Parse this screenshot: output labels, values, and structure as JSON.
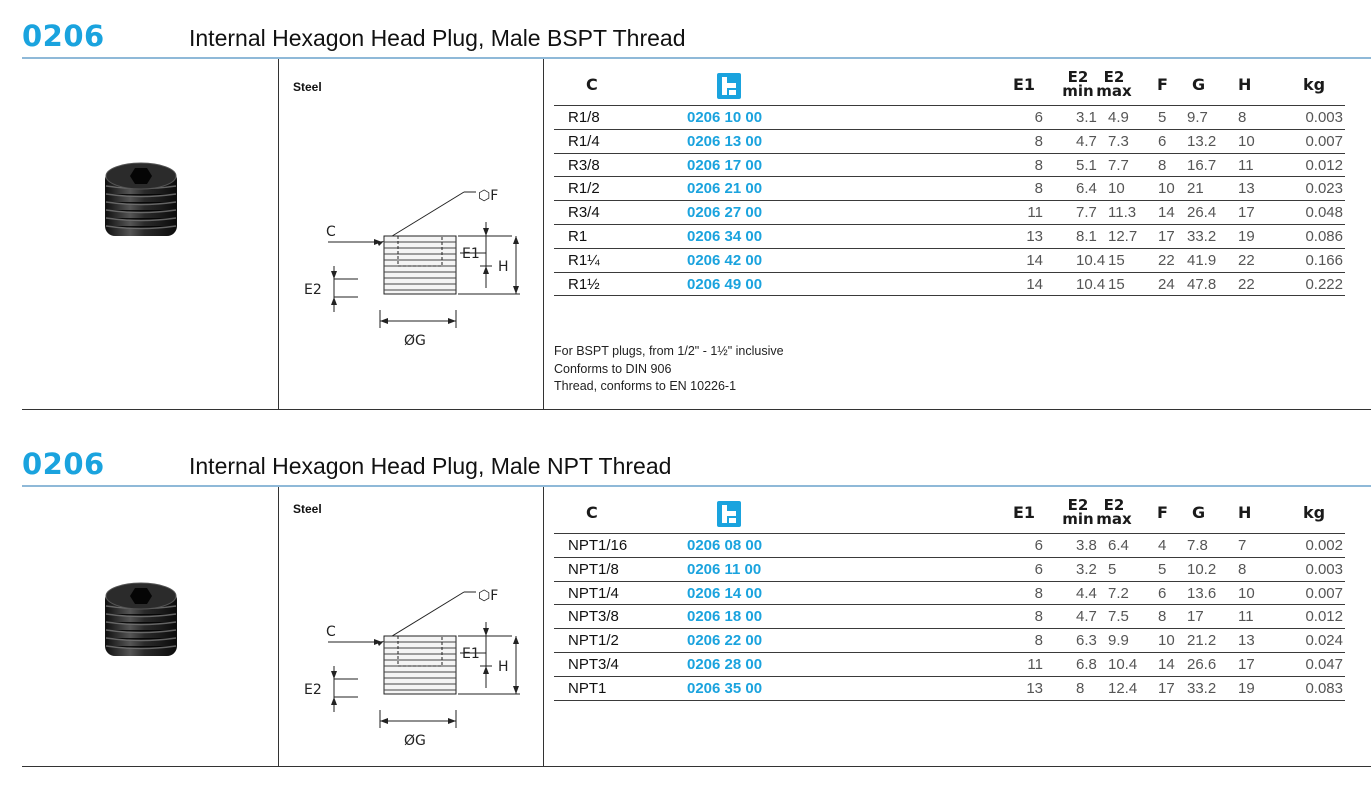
{
  "sections": [
    {
      "code": "0206",
      "title": "Internal Hexagon Head Plug, Male BSPT Thread",
      "material": "Steel",
      "diagram_labels": {
        "hex": "⬡F",
        "c": "C",
        "e1": "E1",
        "e2": "E2",
        "h": "H",
        "g": "ØG"
      },
      "columns": [
        "C",
        "E1",
        "E2\nmin",
        "E2\nmax",
        "F",
        "G",
        "H",
        "kg"
      ],
      "rows": [
        {
          "c": "R1/8",
          "code": "0206 10 00",
          "e1": "6",
          "e2min": "3.1",
          "e2max": "4.9",
          "f": "5",
          "g": "9.7",
          "h": "8",
          "kg": "0.003"
        },
        {
          "c": "R1/4",
          "code": "0206 13 00",
          "e1": "8",
          "e2min": "4.7",
          "e2max": "7.3",
          "f": "6",
          "g": "13.2",
          "h": "10",
          "kg": "0.007"
        },
        {
          "c": "R3/8",
          "code": "0206 17 00",
          "e1": "8",
          "e2min": "5.1",
          "e2max": "7.7",
          "f": "8",
          "g": "16.7",
          "h": "11",
          "kg": "0.012"
        },
        {
          "c": "R1/2",
          "code": "0206 21 00",
          "e1": "8",
          "e2min": "6.4",
          "e2max": "10",
          "f": "10",
          "g": "21",
          "h": "13",
          "kg": "0.023"
        },
        {
          "c": "R3/4",
          "code": "0206 27 00",
          "e1": "11",
          "e2min": "7.7",
          "e2max": "11.3",
          "f": "14",
          "g": "26.4",
          "h": "17",
          "kg": "0.048"
        },
        {
          "c": "R1",
          "code": "0206 34 00",
          "e1": "13",
          "e2min": "8.1",
          "e2max": "12.7",
          "f": "17",
          "g": "33.2",
          "h": "19",
          "kg": "0.086"
        },
        {
          "c": "R1¼",
          "code": "0206 42 00",
          "e1": "14",
          "e2min": "10.4",
          "e2max": "15",
          "f": "22",
          "g": "41.9",
          "h": "22",
          "kg": "0.166"
        },
        {
          "c": "R1½",
          "code": "0206 49 00",
          "e1": "14",
          "e2min": "10.4",
          "e2max": "15",
          "f": "24",
          "g": "47.8",
          "h": "22",
          "kg": "0.222"
        }
      ],
      "notes": [
        "For BSPT plugs, from 1/2\" - 1½\" inclusive",
        "Conforms to DIN 906",
        "Thread, conforms to EN 10226-1"
      ]
    },
    {
      "code": "0206",
      "title": "Internal Hexagon Head Plug, Male NPT Thread",
      "material": "Steel",
      "diagram_labels": {
        "hex": "⬡F",
        "c": "C",
        "e1": "E1",
        "e2": "E2",
        "h": "H",
        "g": "ØG"
      },
      "columns": [
        "C",
        "E1",
        "E2\nmin",
        "E2\nmax",
        "F",
        "G",
        "H",
        "kg"
      ],
      "rows": [
        {
          "c": "NPT1/16",
          "code": "0206 08 00",
          "e1": "6",
          "e2min": "3.8",
          "e2max": "6.4",
          "f": "4",
          "g": "7.8",
          "h": "7",
          "kg": "0.002"
        },
        {
          "c": "NPT1/8",
          "code": "0206 11 00",
          "e1": "6",
          "e2min": "3.2",
          "e2max": "5",
          "f": "5",
          "g": "10.2",
          "h": "8",
          "kg": "0.003"
        },
        {
          "c": "NPT1/4",
          "code": "0206 14 00",
          "e1": "8",
          "e2min": "4.4",
          "e2max": "7.2",
          "f": "6",
          "g": "13.6",
          "h": "10",
          "kg": "0.007"
        },
        {
          "c": "NPT3/8",
          "code": "0206 18 00",
          "e1": "8",
          "e2min": "4.7",
          "e2max": "7.5",
          "f": "8",
          "g": "17",
          "h": "11",
          "kg": "0.012"
        },
        {
          "c": "NPT1/2",
          "code": "0206 22 00",
          "e1": "8",
          "e2min": "6.3",
          "e2max": "9.9",
          "f": "10",
          "g": "21.2",
          "h": "13",
          "kg": "0.024"
        },
        {
          "c": "NPT3/4",
          "code": "0206 28 00",
          "e1": "11",
          "e2min": "6.8",
          "e2max": "10.4",
          "f": "14",
          "g": "26.6",
          "h": "17",
          "kg": "0.047"
        },
        {
          "c": "NPT1",
          "code": "0206 35 00",
          "e1": "13",
          "e2min": "8",
          "e2max": "12.4",
          "f": "17",
          "g": "33.2",
          "h": "19",
          "kg": "0.083"
        }
      ],
      "notes": []
    }
  ],
  "colors": {
    "accent": "#1aa3de",
    "rule": "#8fb9d8",
    "plug": "#1e1e1e"
  },
  "icons": {
    "logo": "brand-logo-icon",
    "photo": "plug-photo"
  }
}
